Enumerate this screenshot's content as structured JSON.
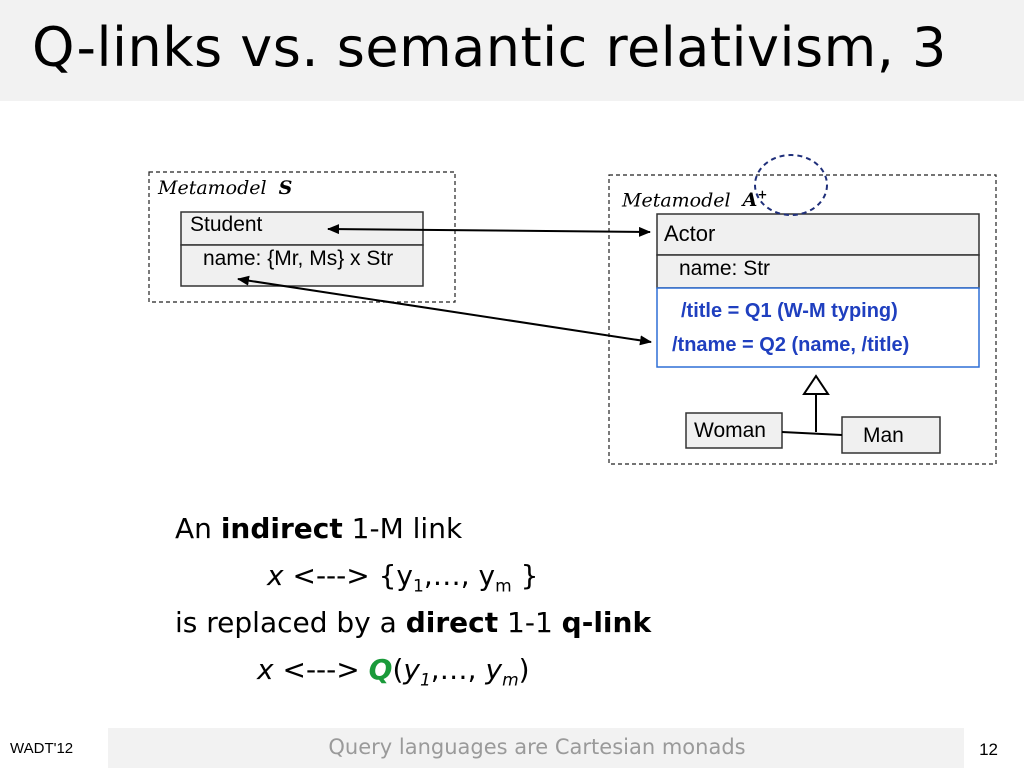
{
  "slide": {
    "title": "Q-links vs. semantic relativism, 3"
  },
  "left_metamodel": {
    "label": "Metamodel",
    "name": "S",
    "class_name": "Student",
    "attribute": "name: {Mr, Ms} x Str"
  },
  "right_metamodel": {
    "label": "Metamodel",
    "name": "A",
    "name_superscript": "+",
    "class_name": "Actor",
    "attribute": "name: Str",
    "derived_1": "/title = Q1 (W-M typing)",
    "derived_2": "/tname  =  Q2 (name, /title)",
    "subclass_1": "Woman",
    "subclass_2": "Man"
  },
  "text": {
    "line1_pre": "An ",
    "line1_bold": "indirect",
    "line1_post": "  1-M link",
    "line2_x": "x",
    "line2_arrow": " <---> {y",
    "line2_sub1": "1",
    "line2_mid": ",…, y",
    "line2_subm": "m",
    "line2_end": " }",
    "line3_pre": "is replaced by  a ",
    "line3_bold1": "direct",
    "line3_mid": "   1-1 ",
    "line3_bold2": "q-link",
    "line4_x": "x",
    "line4_arrow": " <---> ",
    "line4_q": "Q",
    "line4_open": "(",
    "line4_y": "y",
    "line4_sub1": "1",
    "line4_mid": ",…, ",
    "line4_y2": "y",
    "line4_subm": "m",
    "line4_close": ")"
  },
  "footer": {
    "left": "WADT'12",
    "center": "Query languages are Cartesian monads",
    "page": "12"
  },
  "colors": {
    "blue": "#1f3fbf",
    "green": "#1a9a3a",
    "navy_ellipse": "#1f2f7a"
  }
}
